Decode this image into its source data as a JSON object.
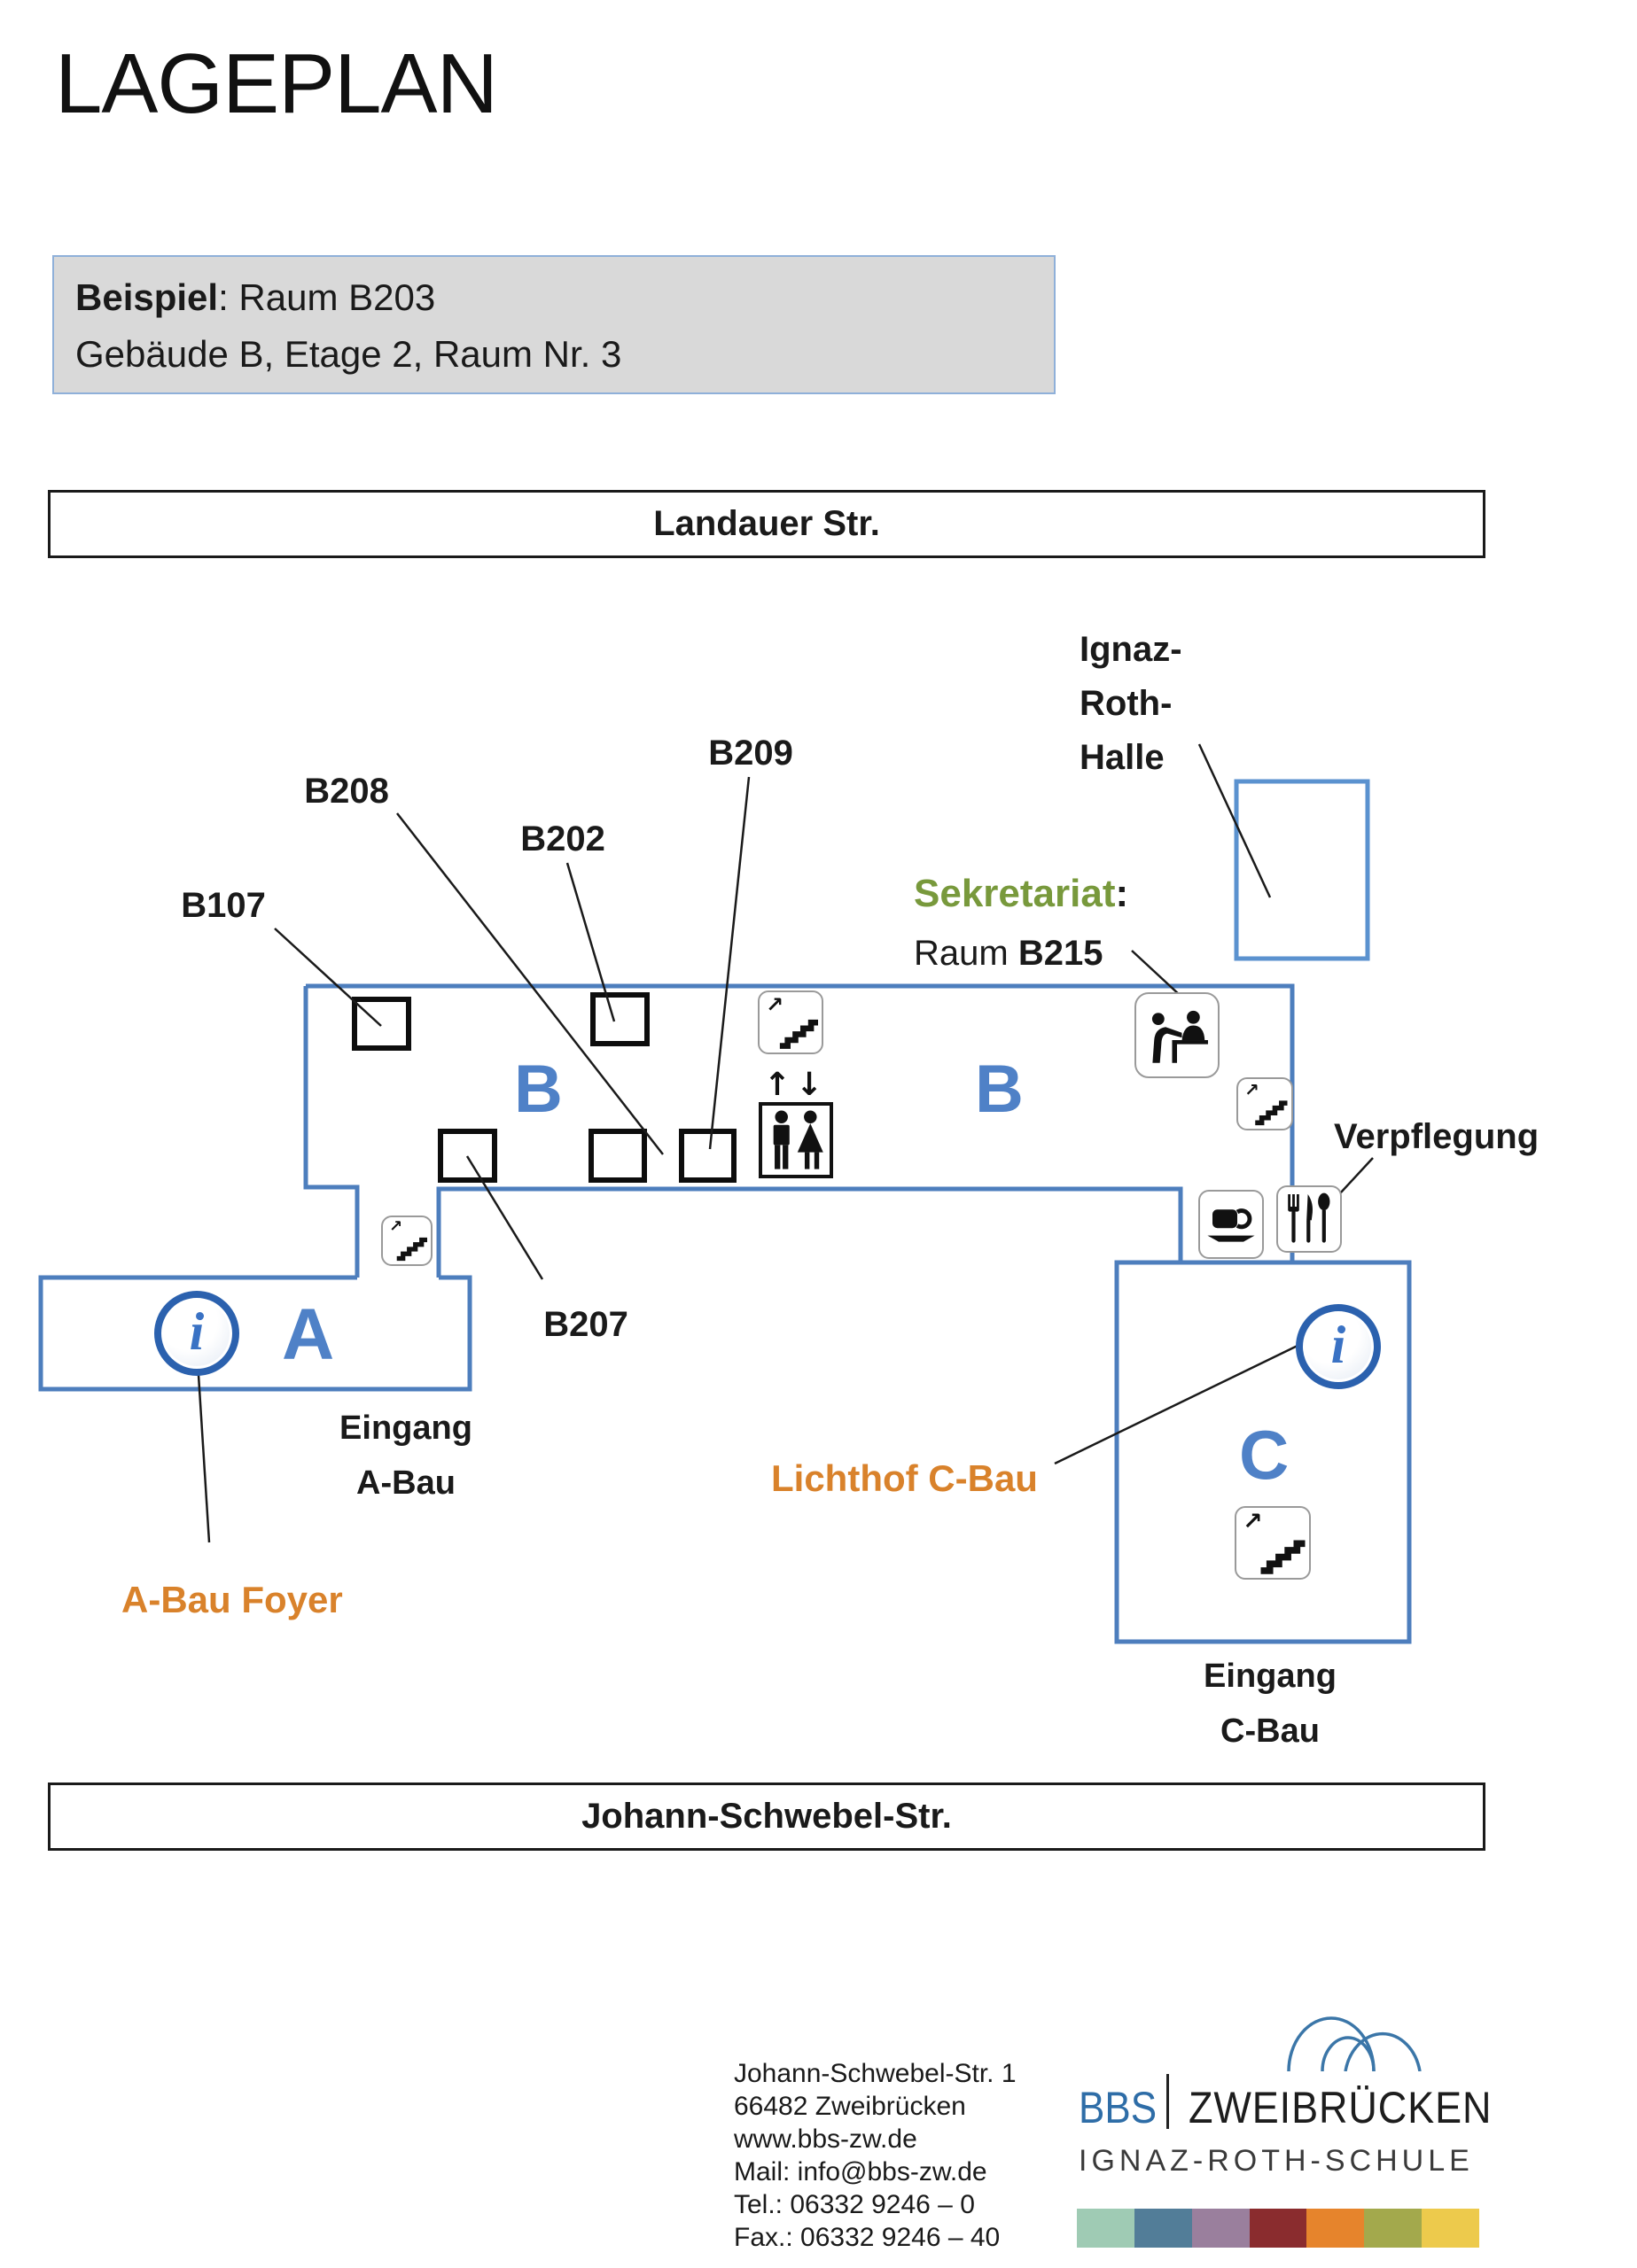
{
  "title": "LAGEPLAN",
  "example_box": {
    "bold": "Beispiel",
    "rest": ": Raum B203",
    "line2": "Gebäude B, Etage 2, Raum Nr. 3"
  },
  "streets": {
    "top": "Landauer Str.",
    "bottom": "Johann-Schwebel-Str."
  },
  "buildings": {
    "a": "A",
    "b_left": "B",
    "b_right": "B",
    "c": "C"
  },
  "rooms": {
    "b107": "B107",
    "b202": "B202",
    "b207": "B207",
    "b208": "B208",
    "b209": "B209"
  },
  "labels": {
    "halle_line1": "Ignaz-",
    "halle_line2": "Roth-",
    "halle_line3": "Halle",
    "sekretariat": "Sekretariat",
    "sekretariat_colon": ":",
    "raum": "Raum ",
    "raum_num": "B215",
    "verpflegung": "Verpflegung",
    "eingang_a_line1": "Eingang",
    "eingang_a_line2": "A-Bau",
    "eingang_c_line1": "Eingang",
    "eingang_c_line2": "C-Bau",
    "a_bau_foyer": "A-Bau Foyer",
    "lichthof": "Lichthof C-Bau"
  },
  "icons": {
    "stairs_arrow": "↗",
    "elevator_arrows": "↑↓",
    "info_glyph": "i"
  },
  "footer": {
    "address_lines": [
      "Johann-Schwebel-Str. 1",
      "66482 Zweibrücken",
      "www.bbs-zw.de",
      "Mail: info@bbs-zw.de",
      "Tel.:  06332 9246 – 0",
      "Fax.: 06332 9246 – 40"
    ],
    "logo": {
      "bbs": "BBS",
      "city": "ZWEIBRÜCKEN",
      "school": "IGNAZ-ROTH-SCHULE"
    },
    "strip_colors": [
      "#9fcbb4",
      "#527d98",
      "#9a7f9d",
      "#8a2c2e",
      "#e6842c",
      "#a3a94c",
      "#edca4c"
    ]
  },
  "colors": {
    "building_outline": "#4d7ebd",
    "halle_outline": "#5b92cf",
    "building_letter": "#4f81c7",
    "accent_orange": "#d9822b",
    "accent_green": "#78993c",
    "bbs_blue": "#2e6da7",
    "example_bg": "#d9d9d9"
  }
}
